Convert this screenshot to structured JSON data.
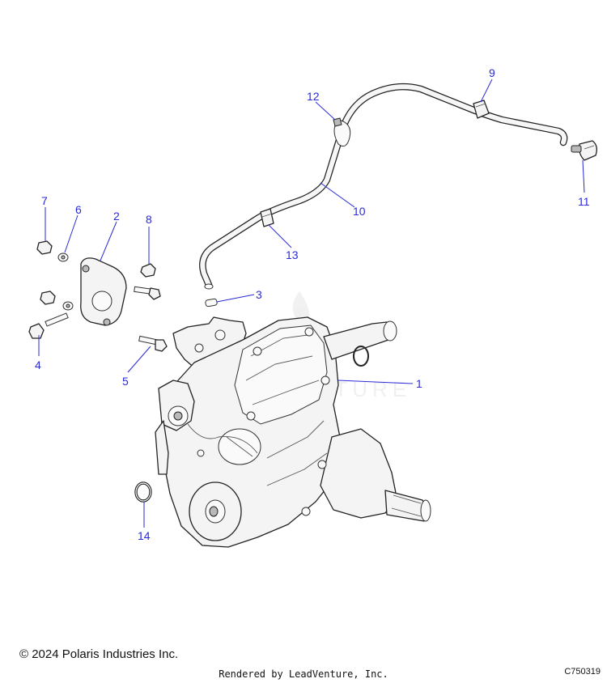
{
  "callouts": {
    "c1": "1",
    "c2": "2",
    "c3": "3",
    "c4": "4",
    "c5": "5",
    "c6": "6",
    "c7": "7",
    "c8": "8",
    "c9": "9",
    "c10": "10",
    "c11": "11",
    "c12": "12",
    "c13": "13",
    "c14": "14"
  },
  "footer": {
    "copyright": "© 2024 Polaris Industries Inc.",
    "rendered_by": "Rendered by LeadVenture, Inc.",
    "diagram_code": "C750319"
  },
  "colors": {
    "callout": "#2a2ad6",
    "line_art": "#222222"
  }
}
